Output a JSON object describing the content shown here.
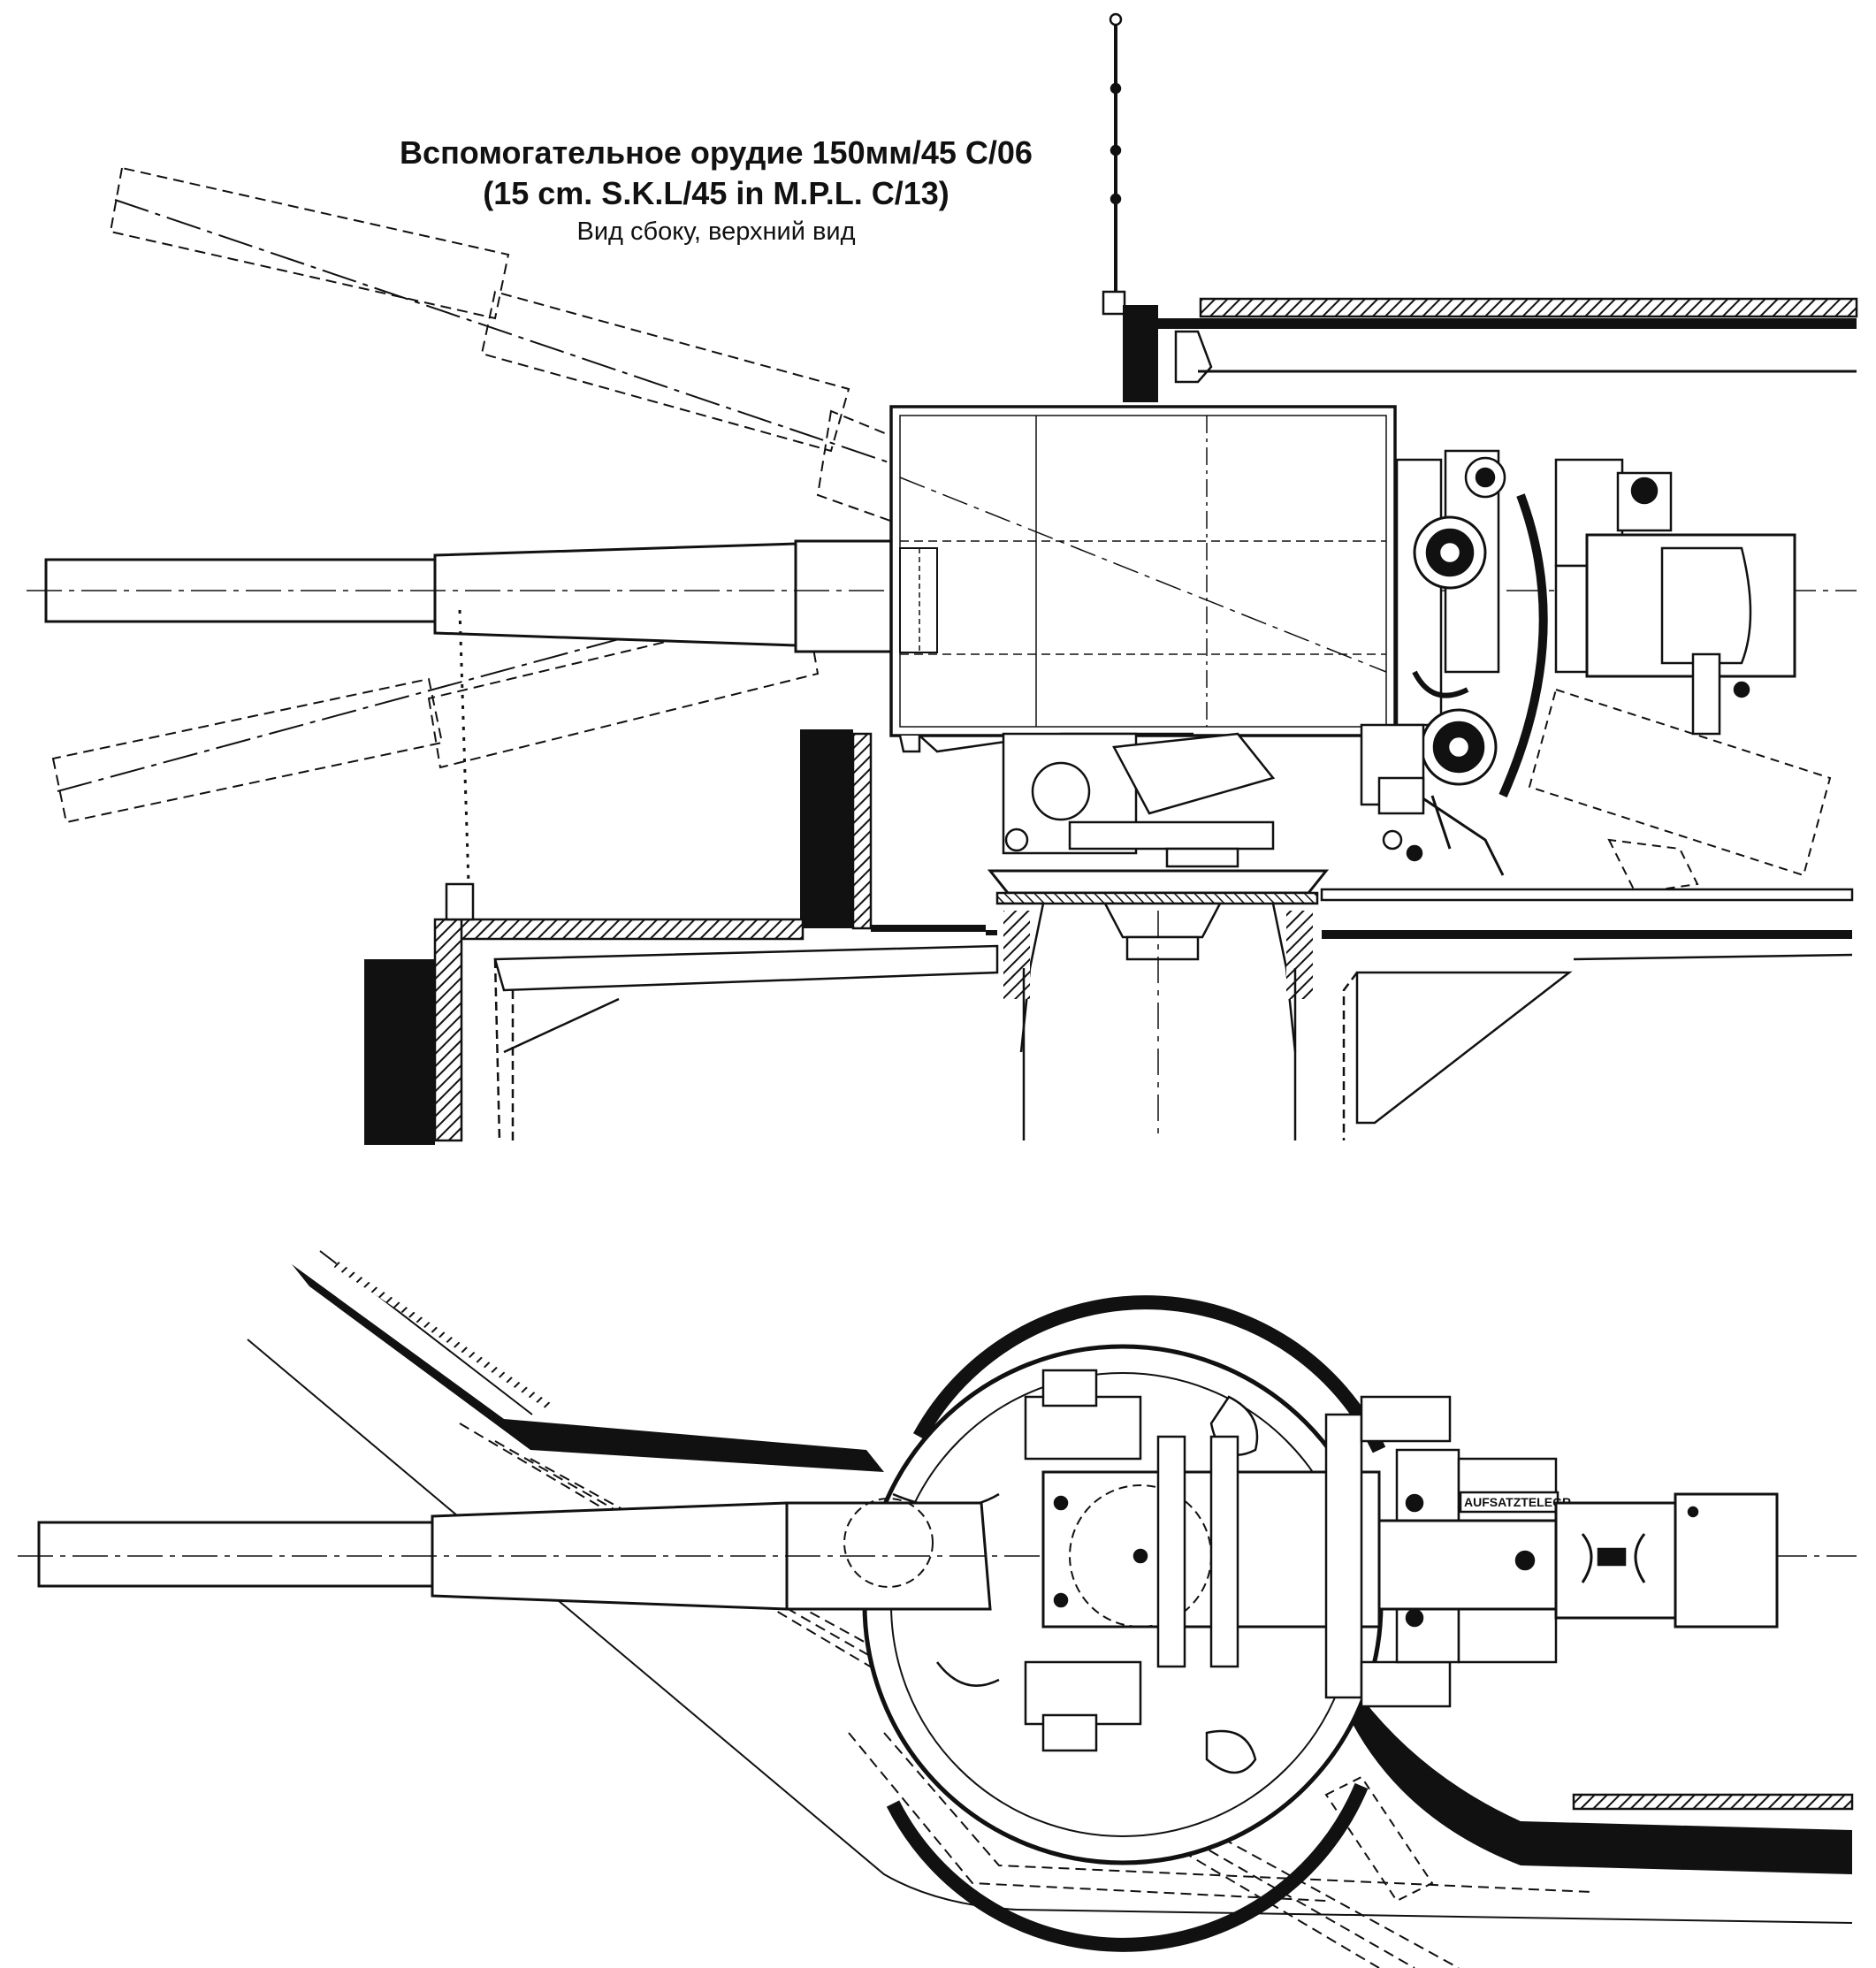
{
  "title": {
    "line1": "Вспомогательное орудие 150мм/45 С/06",
    "line2": "(15 cm. S.K.L/45 in M.P.L. C/13)",
    "line3": "Вид сбоку, верхний вид"
  },
  "plate_label": "AUFSATZTELEGR",
  "views": [
    "side-view",
    "top-view"
  ],
  "colors": {
    "ink": "#111111",
    "paper": "#ffffff"
  }
}
